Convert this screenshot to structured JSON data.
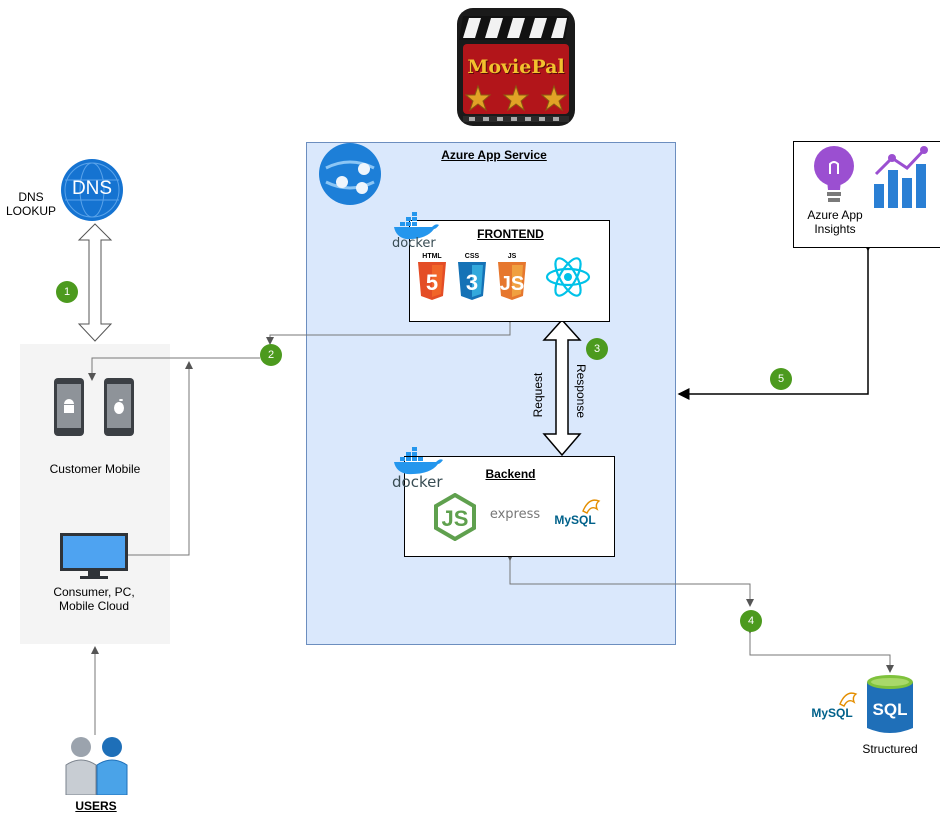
{
  "logo": {
    "text": "MoviePal"
  },
  "dns": {
    "icon_text": "DNS",
    "label": "DNS LOOKUP"
  },
  "client": {
    "mobile_label": "Customer Mobile",
    "pc_label": "Consumer, PC, Mobile Cloud"
  },
  "users": {
    "label": "USERS"
  },
  "azure": {
    "title": "Azure App Service"
  },
  "frontend": {
    "title": "FRONTEND",
    "tech": [
      "HTML",
      "CSS",
      "JS"
    ],
    "docker": "docker"
  },
  "backend": {
    "title": "Backend",
    "express": "express",
    "mysql": "MySQL",
    "docker": "docker"
  },
  "link_labels": {
    "request": "Request",
    "response": "Response"
  },
  "insights": {
    "label": "Azure App Insights"
  },
  "database": {
    "sql_text": "SQL",
    "mysql": "MySQL",
    "label": "Structured"
  },
  "steps": [
    "1",
    "2",
    "3",
    "4",
    "5"
  ],
  "colors": {
    "badge": "#4c9a1e",
    "azure_fill": "#dae8fc",
    "azure_stroke": "#6c8ebf",
    "client_fill": "#f4f4f4",
    "docker": "#2496ed"
  }
}
